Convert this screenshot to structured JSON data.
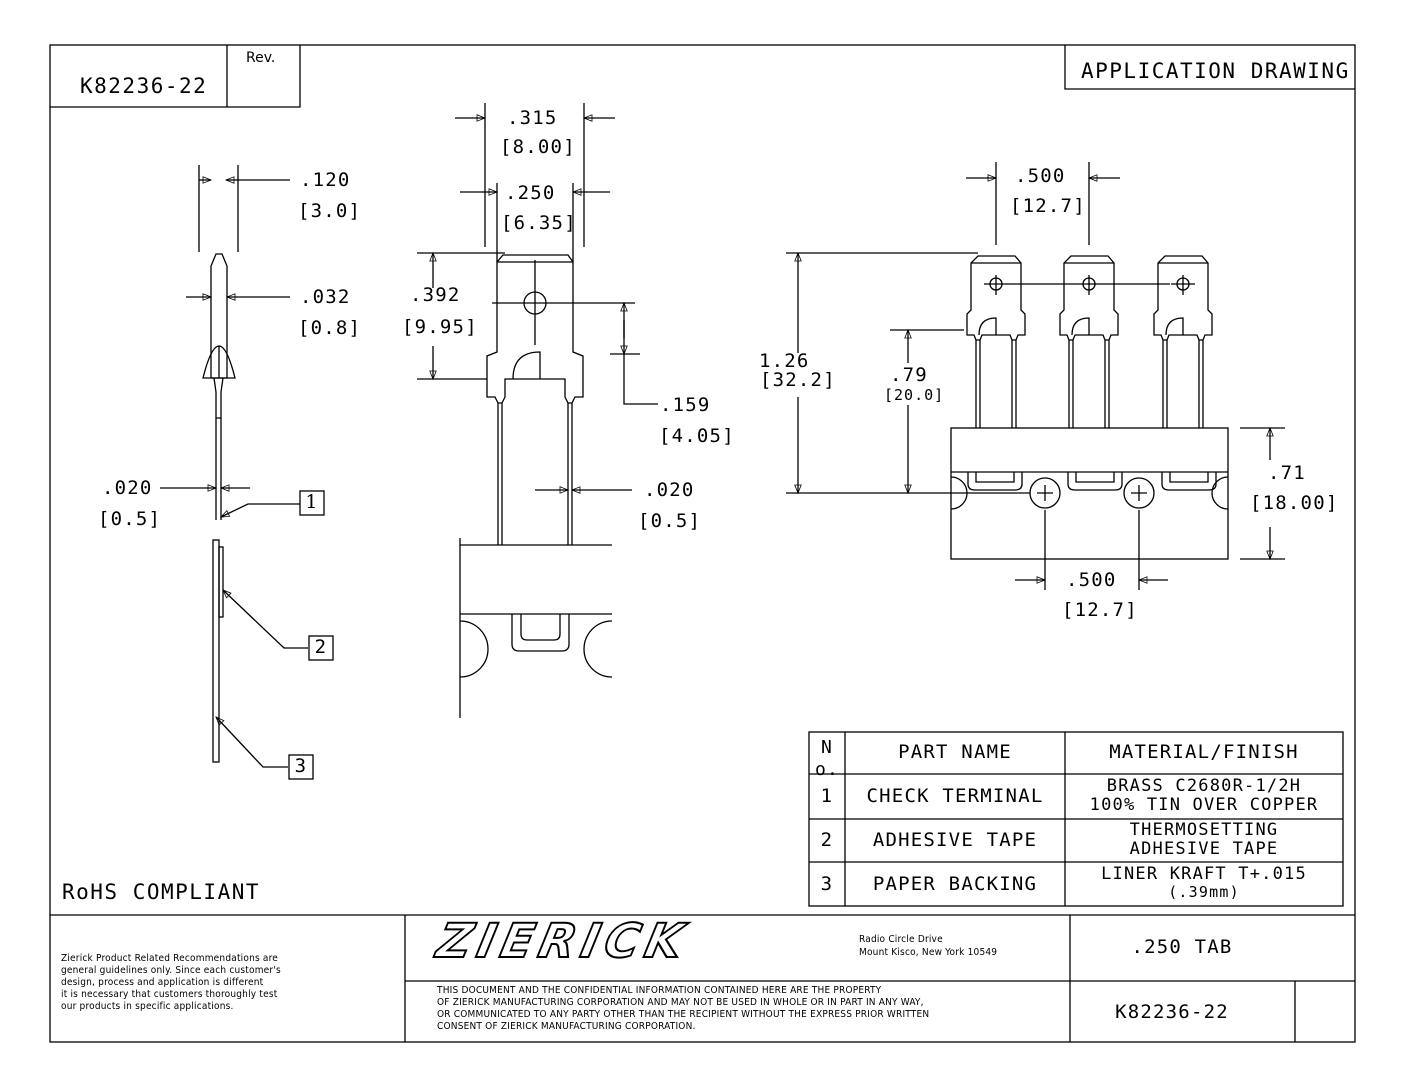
{
  "title_block": {
    "part_number": "K82236-22",
    "rev_label": "Rev.",
    "rev_value": "",
    "drawing_type": "APPLICATION DRAWING",
    "rohs": "RoHS COMPLIANT",
    "disclaimer": [
      "Zierick Product Related Recommendations are",
      "general guidelines only. Since each customer's",
      "design, process and application is different",
      "it is necessary that customers thoroughly test",
      "our products in specific applications."
    ],
    "company_logo": "ZIERICK",
    "address": [
      "Radio Circle Drive",
      "Mount Kisco, New York 10549"
    ],
    "proprietary": [
      "THIS DOCUMENT AND THE CONFIDENTIAL INFORMATION CONTAINED HERE ARE THE PROPERTY",
      "OF ZIERICK MANUFACTURING CORPORATION AND MAY NOT BE USED IN WHOLE OR IN PART IN ANY WAY,",
      "OR COMMUNICATED TO ANY PARTY OTHER THAN THE RECIPIENT WITHOUT THE EXPRESS PRIOR WRITTEN",
      "CONSENT OF ZIERICK MANUFACTURING CORPORATION."
    ],
    "description": ".250 TAB",
    "part_number_bottom": "K82236-22"
  },
  "side_view": {
    "dim_width_in": ".120",
    "dim_width_mm": "[3.0]",
    "dim_thick_in": ".032",
    "dim_thick_mm": "[0.8]",
    "dim_lead_in": ".020",
    "dim_lead_mm": "[0.5]",
    "callouts": [
      "1",
      "2",
      "3"
    ]
  },
  "front_view": {
    "dim_outer_in": ".315",
    "dim_outer_mm": "[8.00]",
    "dim_tab_in": ".250",
    "dim_tab_mm": "[6.35]",
    "dim_height_in": ".392",
    "dim_height_mm": "[9.95]",
    "dim_hole_in": ".159",
    "dim_hole_mm": "[4.05]",
    "dim_lead_in": ".020",
    "dim_lead_mm": "[0.5]"
  },
  "strip_view": {
    "dim_pitch_in": ".500",
    "dim_pitch_mm": "[12.7]",
    "dim_total_in": "1.26",
    "dim_total_mm": "[32.2]",
    "dim_tab_in": ".79",
    "dim_tab_mm": "[20.0]",
    "dim_tape_in": ".71",
    "dim_tape_mm": "[18.00]",
    "dim_hole_pitch_in": ".500",
    "dim_hole_pitch_mm": "[12.7]"
  },
  "parts_table": {
    "headers": [
      "No.",
      "PART NAME",
      "MATERIAL/FINISH"
    ],
    "rows": [
      {
        "no": "1",
        "name": "CHECK TERMINAL",
        "mat1": "BRASS C2680R-1/2H",
        "mat2": "100% TIN OVER COPPER"
      },
      {
        "no": "2",
        "name": "ADHESIVE TAPE",
        "mat1": "THERMOSETTING",
        "mat2": "ADHESIVE TAPE"
      },
      {
        "no": "3",
        "name": "PAPER BACKING",
        "mat1": "LINER KRAFT T+.015",
        "mat2": "(.39mm)"
      }
    ]
  }
}
